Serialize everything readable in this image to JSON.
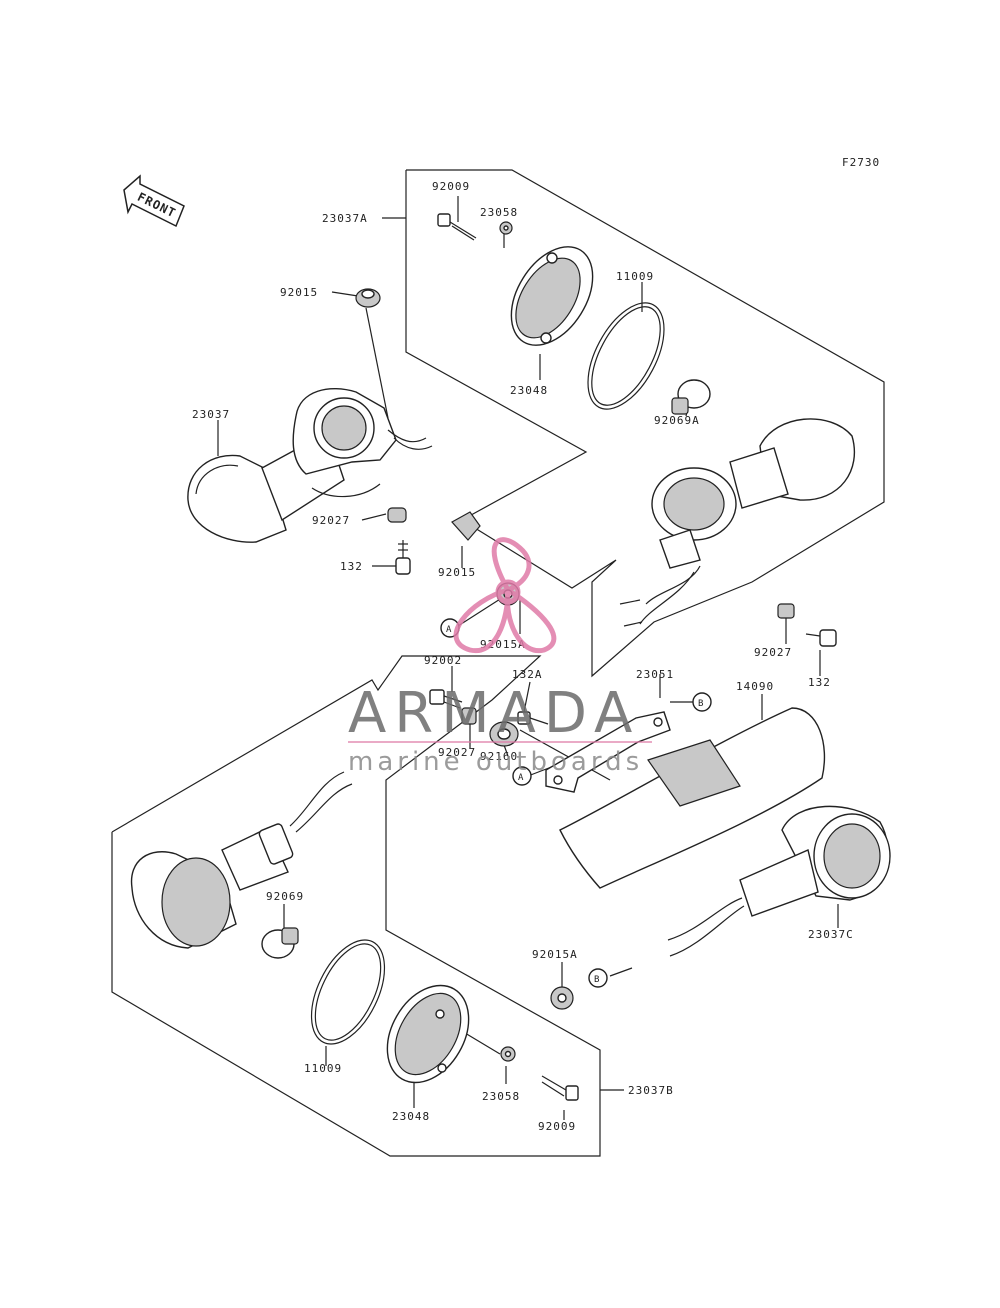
{
  "figure_code": "F2730",
  "front_label": "FRONT",
  "watermark": {
    "title": "ARMADA",
    "subtitle": "marine outboards",
    "accent_color": "#e07ba8"
  },
  "labels": {
    "l_92009_top": "92009",
    "l_23037A": "23037A",
    "l_23058_top": "23058",
    "l_11009_top": "11009",
    "l_92015_top": "92015",
    "l_23048_top": "23048",
    "l_23037": "23037",
    "l_92069A": "92069A",
    "l_92027_left": "92027",
    "l_132_left": "132",
    "l_92015_mid": "92015",
    "l_92015A_mid": "92015A",
    "l_92027_right": "92027",
    "l_132_right": "132",
    "l_132A": "132A",
    "l_92002": "92002",
    "l_23051": "23051",
    "l_14090": "14090",
    "l_92027_center": "92027",
    "l_92160": "92160",
    "l_92069": "92069",
    "l_23037C": "23037C",
    "l_92015A_low": "92015A",
    "l_11009_low": "11009",
    "l_23048_low": "23048",
    "l_23058_low": "23058",
    "l_23037B": "23037B",
    "l_92009_low": "92009"
  },
  "refs": {
    "A": "A",
    "B": "B"
  }
}
